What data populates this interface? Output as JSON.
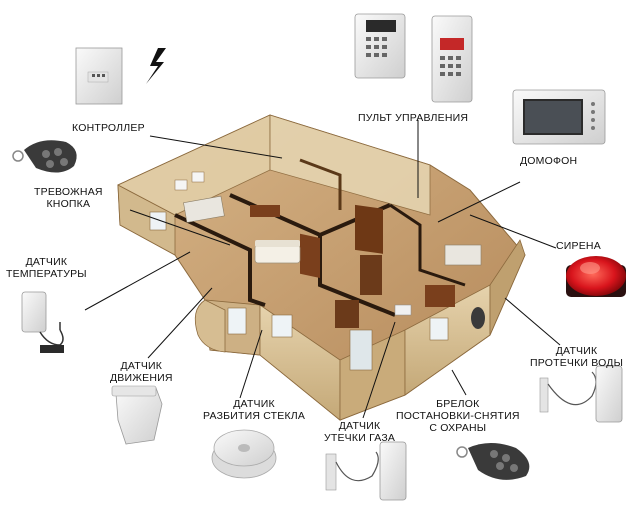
{
  "labels": {
    "controller": "КОНТРОЛЛЕР",
    "control_panel": "ПУЛЬТ УПРАВЛЕНИЯ",
    "intercom": "ДОМОФОН",
    "panic_button_1": "ТРЕВОЖНАЯ",
    "panic_button_2": "КНОПКА",
    "siren": "СИРЕНА",
    "temp_sensor_1": "ДАТЧИК",
    "temp_sensor_2": "ТЕМПЕРАТУРЫ",
    "motion_sensor_1": "ДАТЧИК",
    "motion_sensor_2": "ДВИЖЕНИЯ",
    "glass_break_1": "ДАТЧИК",
    "glass_break_2": "РАЗБИТИЯ СТЕКЛА",
    "gas_leak_1": "ДАТЧИК",
    "gas_leak_2": "УТЕЧКИ ГАЗА",
    "keyfob_1": "БРЕЛОК",
    "keyfob_2": "ПОСТАНОВКИ-СНЯТИЯ",
    "keyfob_3": "С ОХРАНЫ",
    "water_leak_1": "ДАТЧИК",
    "water_leak_2": "ПРОТЕЧКИ ВОДЫ"
  },
  "colors": {
    "wall": "#d8c39b",
    "wall_dark": "#b99d6e",
    "floor": "#c9a477",
    "wood": "#7a3f1c",
    "device": "#eeeeee",
    "siren_red": "#d8141c",
    "line": "#111111"
  },
  "icons": [
    "controller-icon",
    "lightning-icon",
    "keypad-icon",
    "keypad-red-icon",
    "intercom-icon",
    "keyfob-icon",
    "siren-icon",
    "temperature-sensor-icon",
    "motion-sensor-icon",
    "glass-break-sensor-icon",
    "gas-sensor-icon",
    "water-sensor-icon",
    "house-icon"
  ]
}
